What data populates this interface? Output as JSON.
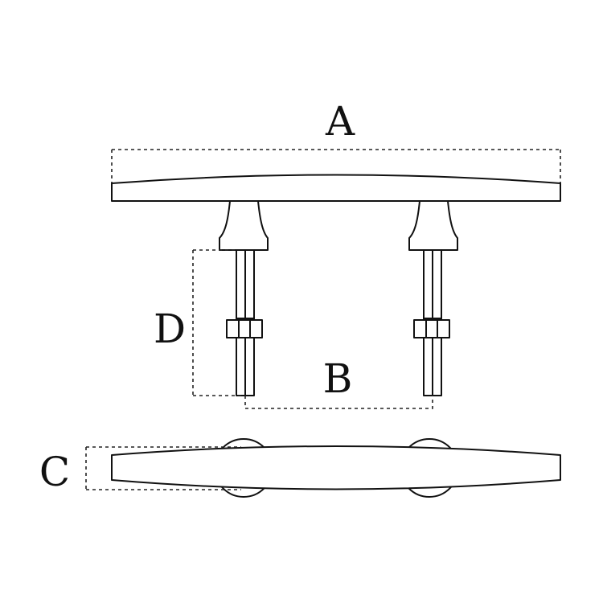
{
  "diagram": {
    "labels": {
      "overall_length": "A",
      "bolt_spacing": "B",
      "width": "C",
      "bolt_length": "D"
    },
    "colors": {
      "stroke": "#111111",
      "background": "#ffffff"
    }
  }
}
